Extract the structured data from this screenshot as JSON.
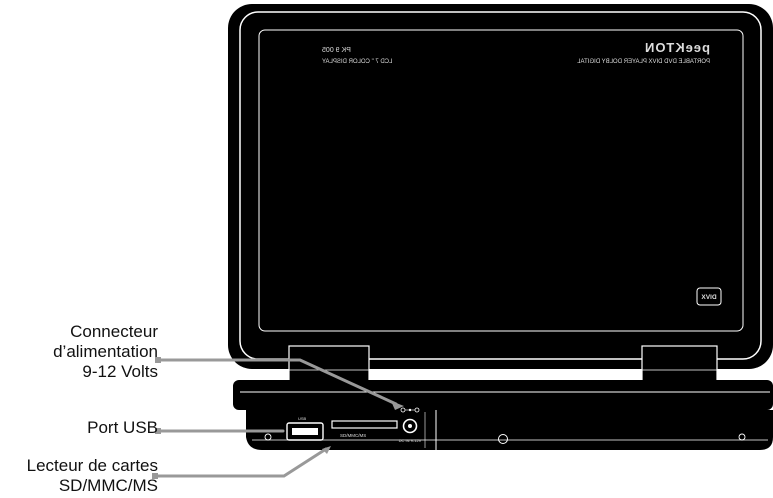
{
  "device": {
    "brand_mirrored": "peeKTON",
    "model_mirrored": "PK 9 005",
    "description_mirrored": "PORTABLE DVD DIVX PLAYER DOLBY DIGITAL",
    "display_mirrored": "LCD 7 \" COLOR DISPLAY",
    "divx_logo": "DIVX",
    "usb_port_label": "USB",
    "card_slot_label": "SD/MMC/MS",
    "dc_in_label": "DC IN 9-12V"
  },
  "callouts": {
    "power": {
      "lines": [
        "Connecteur",
        "d’alimentation",
        "9-12 Volts"
      ]
    },
    "usb": {
      "lines": [
        "Port USB"
      ]
    },
    "card_reader": {
      "lines": [
        "Lecteur de cartes",
        "SD/MMC/MS"
      ]
    }
  },
  "colors": {
    "body": "#000000",
    "outline": "#ffffff",
    "leader": "#999999",
    "text": "#111111"
  }
}
